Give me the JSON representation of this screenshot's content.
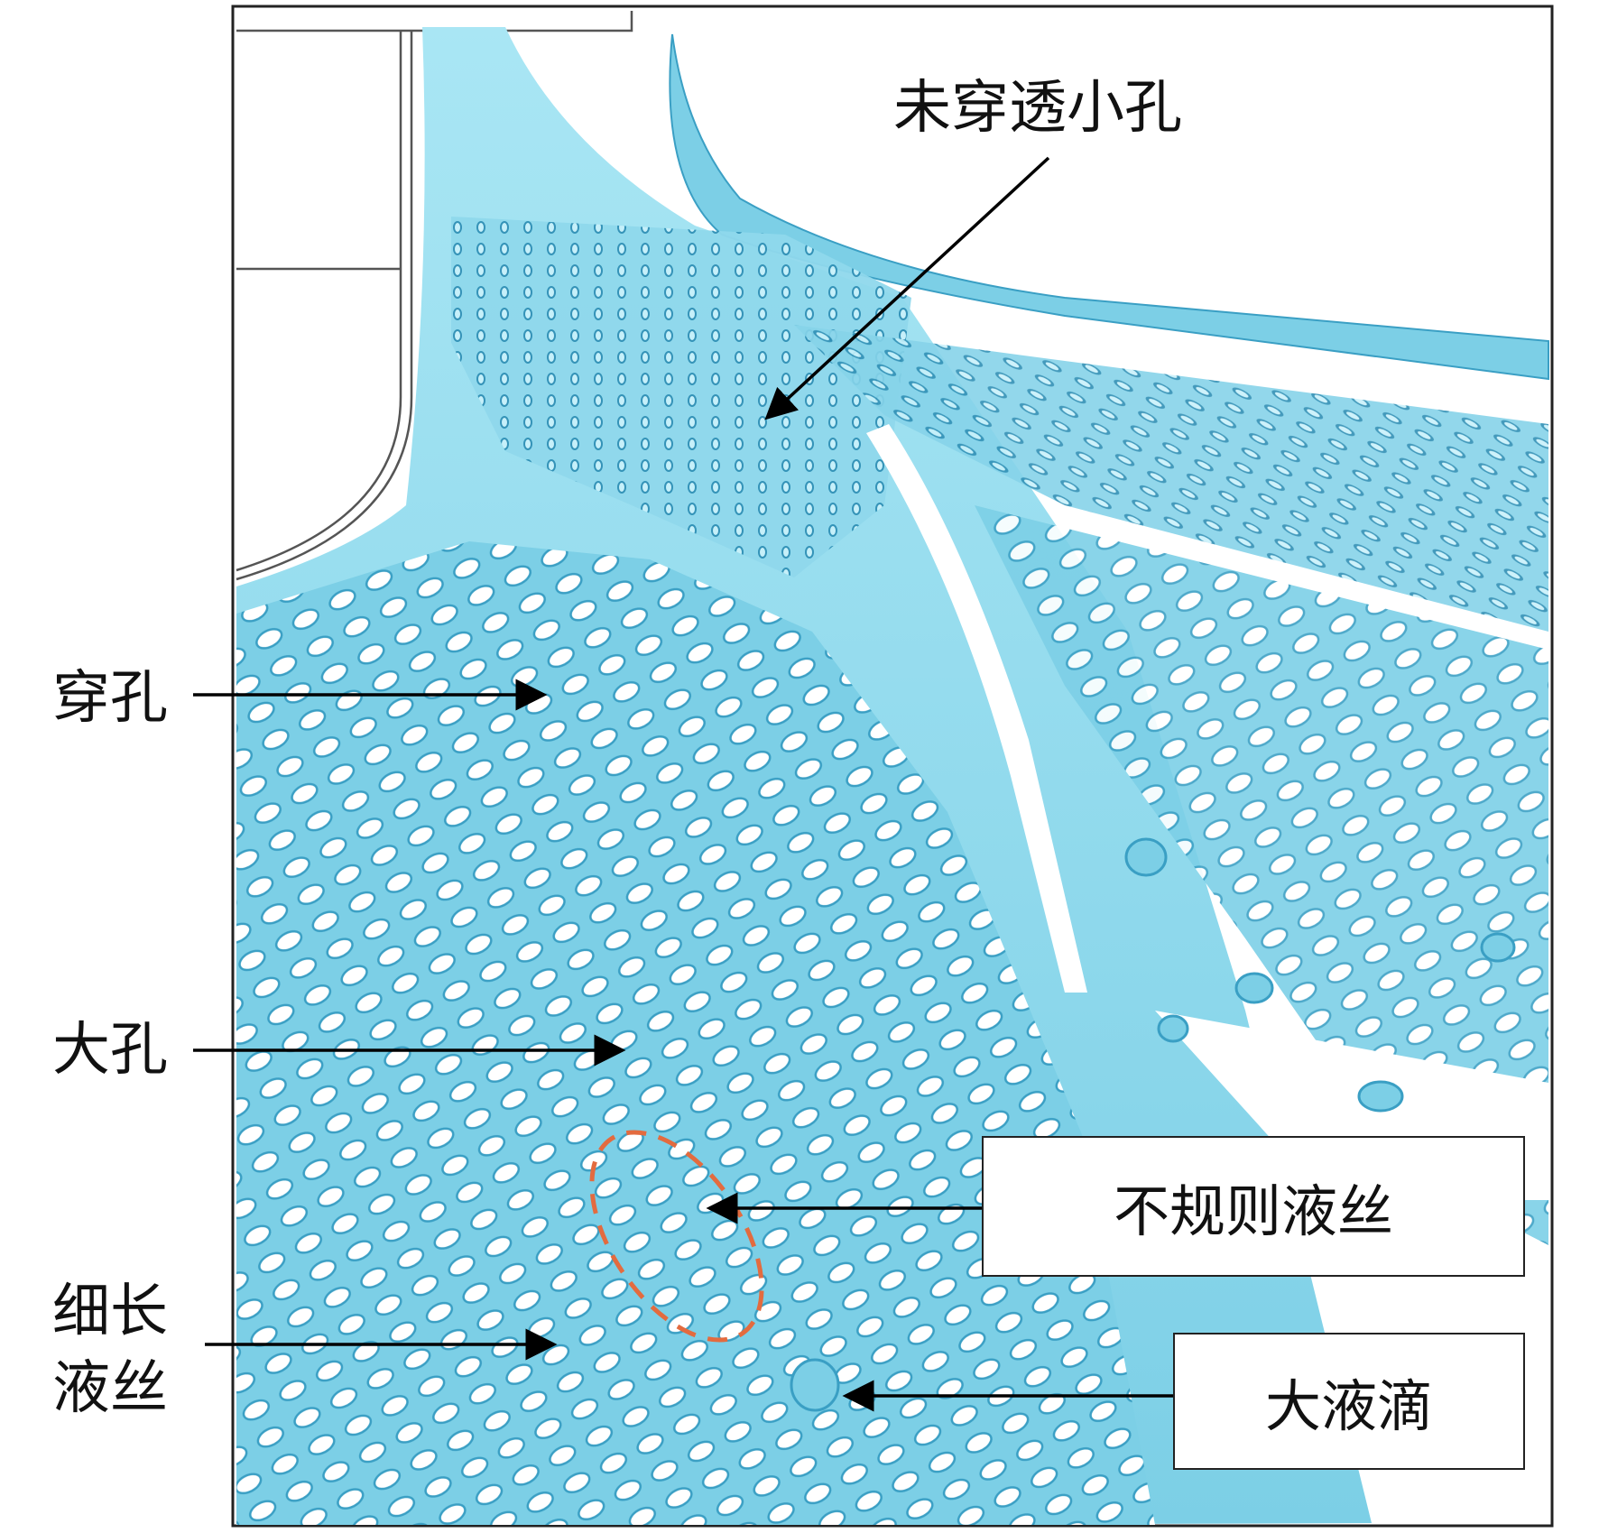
{
  "labels": {
    "unpierced_holes": "未穿透小孔",
    "perforation": "穿孔",
    "large_hole": "大孔",
    "slender_ligament_line1": "细长",
    "slender_ligament_line2": "液丝",
    "irregular_ligament": "不规则液丝",
    "large_droplet": "大液滴"
  },
  "colors": {
    "liquid": "#7ccfe6",
    "liquid_dark": "#3a9fc4",
    "liquid_light": "#b6ebf6",
    "highlight_ellipse": "#e36b3f",
    "arrow": "#000000"
  }
}
